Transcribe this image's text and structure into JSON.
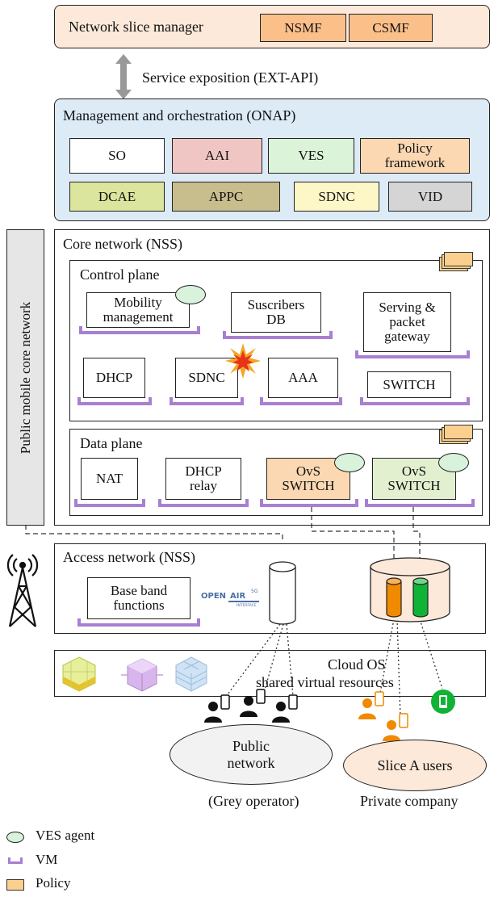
{
  "manager": {
    "title": "Network slice manager",
    "nsmf": "NSMF",
    "csmf": "CSMF"
  },
  "exposition": "Service exposition (EXT-API)",
  "mano": {
    "title": "Management and orchestration (ONAP)",
    "blocks": [
      {
        "label": "SO",
        "color": "#ffffff"
      },
      {
        "label": "AAI",
        "color": "#f0c6c4"
      },
      {
        "label": "VES",
        "color": "#dbf3d8"
      },
      {
        "label": "Policy\nframework",
        "color": "#fbd8b2"
      },
      {
        "label": "DCAE",
        "color": "#dbe59d"
      },
      {
        "label": "APPC",
        "color": "#c8bd8c"
      },
      {
        "label": "SDNC",
        "color": "#fdf7c8"
      },
      {
        "label": "VID",
        "color": "#d5d5d5"
      }
    ]
  },
  "public_core": "Public mobile core network",
  "core": {
    "title": "Core network (NSS)",
    "control_plane": {
      "title": "Control plane",
      "mobility": "Mobility\nmanagement",
      "subscribers": "Suscribers\nDB",
      "serving": "Serving &\npacket\ngateway",
      "dhcp": "DHCP",
      "sdnc": "SDNC",
      "aaa": "AAA",
      "switch": "SWITCH"
    },
    "data_plane": {
      "title": "Data plane",
      "nat": "NAT",
      "dhcp_relay": "DHCP\nrelay",
      "ovs1": "OvS\nSWITCH",
      "ovs2": "OvS\nSWITCH"
    }
  },
  "access": {
    "title": "Access network (NSS)",
    "bbu": "Base band\nfunctions",
    "oai_logo": "OPEN AIR 5G INTERFACE"
  },
  "cloud": {
    "line1": "Cloud OS",
    "line2": "shared virtual resources"
  },
  "public_network": {
    "label": "Public\nnetwork",
    "caption": "(Grey operator)"
  },
  "slice_users": {
    "label": "Slice A users",
    "caption": "Private company"
  },
  "legend": {
    "ves_agent": "VES agent",
    "vm": "VM",
    "policy": "Policy"
  },
  "colors": {
    "manager_bg": "#fde9d9",
    "nsmf_bg": "#fbc08a",
    "mano_bg": "#ddebf7",
    "ovs1_bg": "#fbd8b2",
    "ovs2_bg": "#e3f0d0",
    "ves_agent": "#d9f2dc",
    "vm": "#a97fd1",
    "policy": "#fbd08e",
    "orange_user": "#f08a00",
    "green_user": "#11b336",
    "public_core_bg": "#e6e6e6",
    "slice_ellipse": "#fde9d9"
  }
}
